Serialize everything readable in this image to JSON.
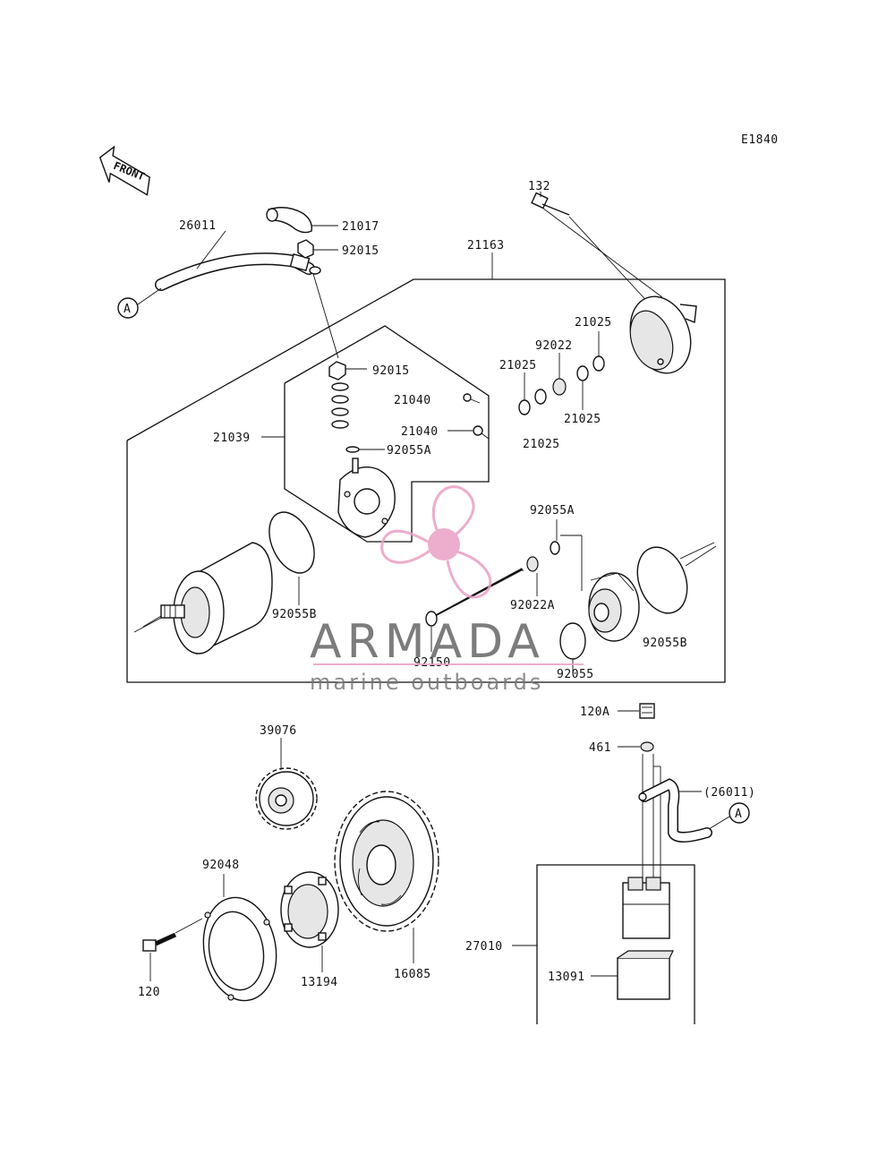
{
  "diagram_code": "E1840",
  "front_label": "FRONT",
  "labels": {
    "p26011": "26011",
    "p21017": "21017",
    "p92015a": "92015",
    "p132": "132",
    "p21163": "21163",
    "p21025a": "21025",
    "p92022": "92022",
    "p21025b": "21025",
    "p21025c": "21025",
    "p21025d": "21025",
    "p92015b": "92015",
    "p21040a": "21040",
    "p21040b": "21040",
    "p92055A_a": "92055A",
    "p21039": "21039",
    "p92055A_b": "92055A",
    "p92055B_a": "92055B",
    "p92022A": "92022A",
    "p92150": "92150",
    "p92055": "92055",
    "p92055B_b": "92055B",
    "p120A": "120A",
    "p461": "461",
    "p26011b": "(26011)",
    "p39076": "39076",
    "p92048": "92048",
    "p16085": "16085",
    "p13194": "13194",
    "p120": "120",
    "p27010": "27010",
    "p13091": "13091"
  },
  "refs": {
    "ref_a_left": "A",
    "ref_a_right": "A"
  },
  "watermark": {
    "title": "ARMADA",
    "subtitle": "marine outboards",
    "color": "#e9a0c4"
  }
}
